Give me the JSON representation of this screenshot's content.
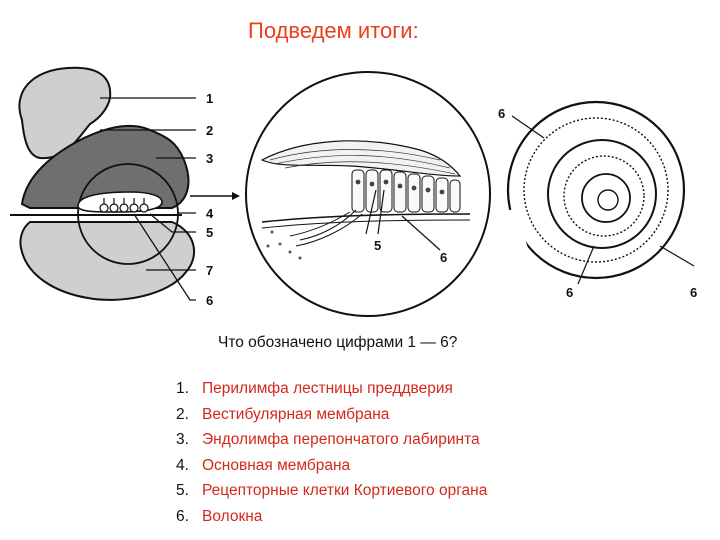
{
  "title": "Подведем итоги:",
  "question": "Что обозначено цифрами 1 — 6?",
  "answers": [
    {
      "num": "1.",
      "text": "Перилимфа лестницы преддверия"
    },
    {
      "num": "2.",
      "text": "Вестибулярная мембрана"
    },
    {
      "num": "3.",
      "text": "Эндолимфа перепончатого лабиринта"
    },
    {
      "num": "4.",
      "text": "Основная мембрана"
    },
    {
      "num": "5.",
      "text": "Рецепторные клетки Кортиевого органа"
    },
    {
      "num": "6.",
      "text": "Волокна"
    }
  ],
  "diagram": {
    "section_labels": [
      "1",
      "2",
      "3",
      "4",
      "5",
      "7",
      "6"
    ],
    "organ_labels": [
      "5",
      "6"
    ],
    "cochlea_labels": [
      "6",
      "6",
      "6"
    ]
  },
  "colors": {
    "title": "#e8401c",
    "answer_text": "#d4281c"
  }
}
